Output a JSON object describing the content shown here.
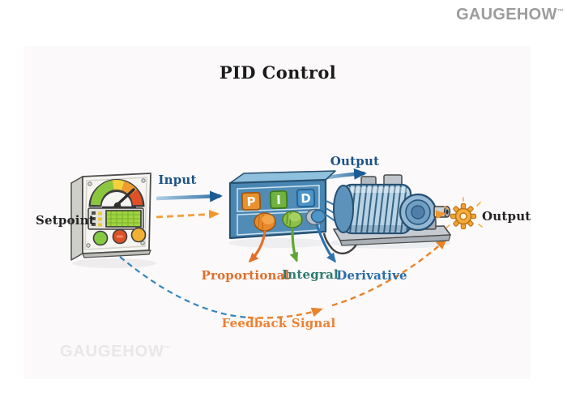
{
  "brand": {
    "name": "GAUGEHOW",
    "mark": "™",
    "color": "#9c9c9c"
  },
  "title": {
    "text": "PID Control",
    "color": "#1b1b1b"
  },
  "watermark": {
    "text": "GAUGEHOW",
    "mark": "™",
    "color": "#e9e7e8"
  },
  "controller": {
    "p": "P",
    "i": "I",
    "d": "D"
  },
  "labels": {
    "setpoint": {
      "text": "Setpoint",
      "color": "#232323"
    },
    "input": {
      "text": "Input",
      "color": "#1d5286"
    },
    "output_top": {
      "text": "Output",
      "color": "#1d5286"
    },
    "proportional": {
      "text": "Proportional",
      "color": "#df6f2c"
    },
    "integral": {
      "text": "Integral",
      "color": "#2b7a6d"
    },
    "derivative": {
      "text": "Derivative",
      "color": "#2a6da8"
    },
    "output_right": {
      "text": "Output",
      "color": "#232323"
    },
    "feedback": {
      "text": "Feedback Signal",
      "color": "#ee8030"
    }
  },
  "flow_colors": {
    "input_arrow": "#1c5c94",
    "setpoint_dashed": "#f0962f",
    "output_arrow": "#1c5c94",
    "proportional_arrow": "#e2712d",
    "integral_arrow": "#5fa636",
    "derivative_arrow": "#2f74ae",
    "feedback_blue": "#3585bb",
    "feedback_orange": "#e8832a",
    "gear": "#f5ab3f"
  }
}
